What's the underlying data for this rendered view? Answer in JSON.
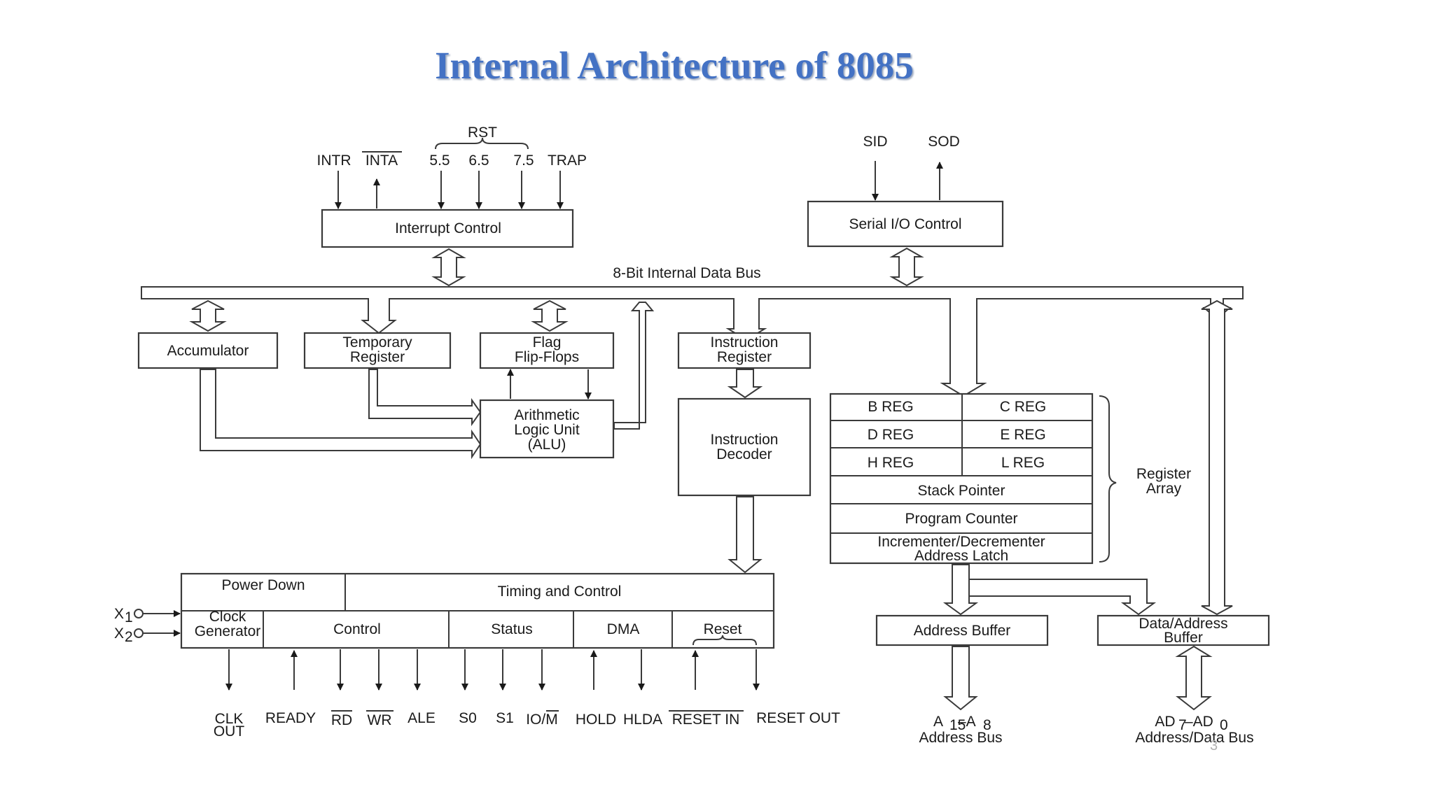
{
  "title": "Internal Architecture of 8085",
  "page_number": "3",
  "diagram": {
    "bus_label": "8-Bit Internal Data Bus",
    "interrupt": {
      "rst_label": "RST",
      "pins": [
        "INTR",
        "INTA",
        "5.5",
        "6.5",
        "7.5",
        "TRAP"
      ],
      "box": "Interrupt Control"
    },
    "serial": {
      "pins": [
        "SID",
        "SOD"
      ],
      "box": "Serial I/O Control"
    },
    "accumulator": "Accumulator",
    "temp_register": [
      "Temporary",
      "Register"
    ],
    "flag": [
      "Flag",
      "Flip-Flops"
    ],
    "alu": [
      "Arithmetic",
      "Logic Unit",
      "(ALU)"
    ],
    "instruction_register": [
      "Instruction",
      "Register"
    ],
    "instruction_decoder": [
      "Instruction",
      "Decoder"
    ],
    "register_array": {
      "pairs": [
        [
          "B REG",
          "C REG"
        ],
        [
          "D REG",
          "E REG"
        ],
        [
          "H REG",
          "L REG"
        ]
      ],
      "stack_pointer": "Stack Pointer",
      "program_counter": "Program Counter",
      "inc_dec": [
        "Incrementer/Decrementer",
        "Address Latch"
      ],
      "label": [
        "Register",
        "Array"
      ]
    },
    "timing": {
      "power_down": "Power Down",
      "timing_and_control": "Timing and Control",
      "clock_generator": [
        "Clock",
        "Generator"
      ],
      "control": "Control",
      "status": "Status",
      "dma": "DMA",
      "reset": "Reset",
      "x1": "X",
      "x1_sub": "1",
      "x2": "X",
      "x2_sub": "2"
    },
    "bottom_pins": {
      "clk_out": [
        "CLK",
        "OUT"
      ],
      "ready": "READY",
      "rd": "RD",
      "wr": "WR",
      "ale": "ALE",
      "s0": "S0",
      "s1": "S1",
      "io_m": "IO/M",
      "hold": "HOLD",
      "hlda": "HLDA",
      "reset_in": "RESET IN",
      "reset_out": "RESET OUT"
    },
    "address_buffer": "Address Buffer",
    "data_address_buffer": [
      "Data/Address",
      "Buffer"
    ],
    "address_bus": {
      "a": "A",
      "a_hi": "15",
      "dash": "–A",
      "a_lo": "8",
      "label": "Address Bus"
    },
    "data_bus": {
      "ad": "AD",
      "ad_hi": "7",
      "dash": "–AD",
      "ad_lo": "0",
      "label": "Address/Data Bus"
    }
  }
}
